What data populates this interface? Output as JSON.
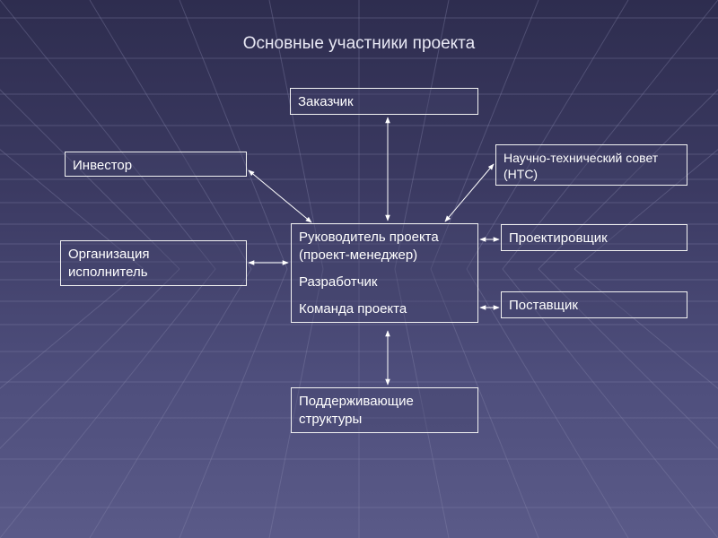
{
  "title": "Основные участники проекта",
  "colors": {
    "background_top": "#2e2d4f",
    "background_bottom": "#5a5a88",
    "box_border": "#f2f2f2",
    "text": "#ffffff",
    "grid_line": "#8a8ab0"
  },
  "nodes": {
    "customer": {
      "label": "Заказчик"
    },
    "investor": {
      "label": "Инвестор"
    },
    "sci_council": {
      "lines": [
        "Научно-технический совет",
        "(НТС)"
      ]
    },
    "contractor_org": {
      "lines": [
        "Организация",
        "исполнитель"
      ]
    },
    "project_manager": {
      "lines": [
        "Руководитель проекта",
        "(проект-менеджер)",
        "Разработчик",
        "Команда проекта"
      ]
    },
    "designer": {
      "label": "Проектировщик"
    },
    "supplier": {
      "label": "Поставщик"
    },
    "support": {
      "lines": [
        "Поддерживающие",
        "структуры"
      ]
    }
  },
  "connections": [
    {
      "from": "customer",
      "to": "project_manager",
      "type": "bidirectional"
    },
    {
      "from": "investor",
      "to": "project_manager",
      "type": "bidirectional"
    },
    {
      "from": "sci_council",
      "to": "project_manager",
      "type": "bidirectional"
    },
    {
      "from": "contractor_org",
      "to": "project_manager",
      "type": "bidirectional"
    },
    {
      "from": "designer",
      "to": "project_manager",
      "type": "bidirectional"
    },
    {
      "from": "supplier",
      "to": "project_manager",
      "type": "bidirectional"
    },
    {
      "from": "support",
      "to": "project_manager",
      "type": "bidirectional"
    }
  ]
}
